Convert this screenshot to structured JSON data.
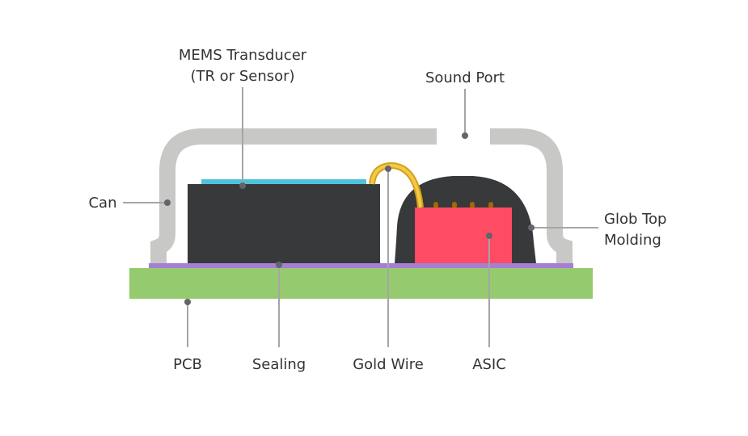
{
  "labels": {
    "mems_line1": "MEMS Transducer",
    "mems_line2": "(TR or Sensor)",
    "sound_port": "Sound Port",
    "can": "Can",
    "glob_line1": "Glob Top",
    "glob_line2": "Molding",
    "pcb": "PCB",
    "sealing": "Sealing",
    "gold_wire": "Gold Wire",
    "asic": "ASIC"
  },
  "colors": {
    "can": "#c8c8c6",
    "pcb": "#95cb6e",
    "sealing": "#a67fd4",
    "mems": "#38393b",
    "membrane": "#4fc3dc",
    "asic": "#ff4b63",
    "gold_wire": "#f2c94c",
    "leader": "#a5a5a5",
    "dot": "#62656a"
  }
}
